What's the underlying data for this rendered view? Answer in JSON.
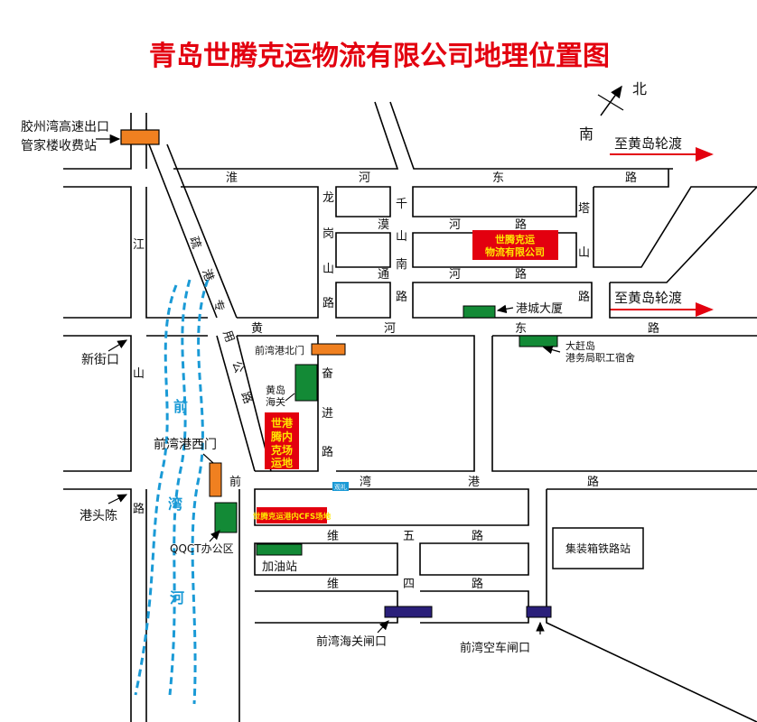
{
  "title": "青岛世腾克运物流有限公司地理位置图",
  "compass": {
    "north": "北",
    "south": "南"
  },
  "colors": {
    "title": "#e3000f",
    "river": "#1a9ad6",
    "gate_orange": "#f08020",
    "green": "#138a36",
    "navy": "#2a1f7a",
    "company_box": "#e3000f",
    "company_text": "#ffe600"
  },
  "ferry_labels": [
    "至黄岛轮渡",
    "至黄岛轮渡"
  ],
  "roads": {
    "huaihe_east": [
      "淮",
      "河",
      "东",
      "路"
    ],
    "longgang": [
      "龙",
      "岗",
      "山",
      "路"
    ],
    "moshan_north": [
      "漠",
      "河",
      "路"
    ],
    "qianshan": [
      "千",
      "山",
      "南",
      "路"
    ],
    "tongshan": [
      "通",
      "河",
      "路"
    ],
    "tashan": [
      "塔",
      "山",
      "路"
    ],
    "shugang": [
      "疏",
      "港",
      "专",
      "用",
      "公",
      "路"
    ],
    "huanghe_east": [
      "黄",
      "河",
      "东",
      "路"
    ],
    "fenjin": [
      "奋",
      "进",
      "路"
    ],
    "qianwan": [
      "前",
      "湾",
      "港",
      "路"
    ],
    "jiangshan": [
      "江",
      "山",
      "路"
    ],
    "weiwu": [
      "维",
      "五",
      "路"
    ],
    "weisi": [
      "维",
      "四",
      "路"
    ],
    "river_name": [
      "前",
      "湾",
      "河"
    ]
  },
  "places": {
    "highway_exit": [
      "胶州湾高速出口",
      "管家楼收费站"
    ],
    "company": [
      "世腾克运",
      "物流有限公司"
    ],
    "gangcheng": "港城大厦",
    "dagandao": [
      "大赶岛",
      "港务局职工宿舍"
    ],
    "north_gate": "前湾港北门",
    "customs": [
      "黄岛",
      "海关"
    ],
    "inner_yard": [
      "世港",
      "腾内",
      "克场",
      "运地"
    ],
    "xinjiekou": "新街口",
    "west_gate": "前湾港西门",
    "gangtouchen": "港头陈",
    "qqct": "QQCT办公区",
    "cfs": "世腾克运港内CFS场地",
    "small_sign": "观礼",
    "gas_station": "加油站",
    "rail_station": "集装箱铁路站",
    "customs_gate": "前湾海关闸口",
    "empty_gate": "前湾空车闸口"
  }
}
